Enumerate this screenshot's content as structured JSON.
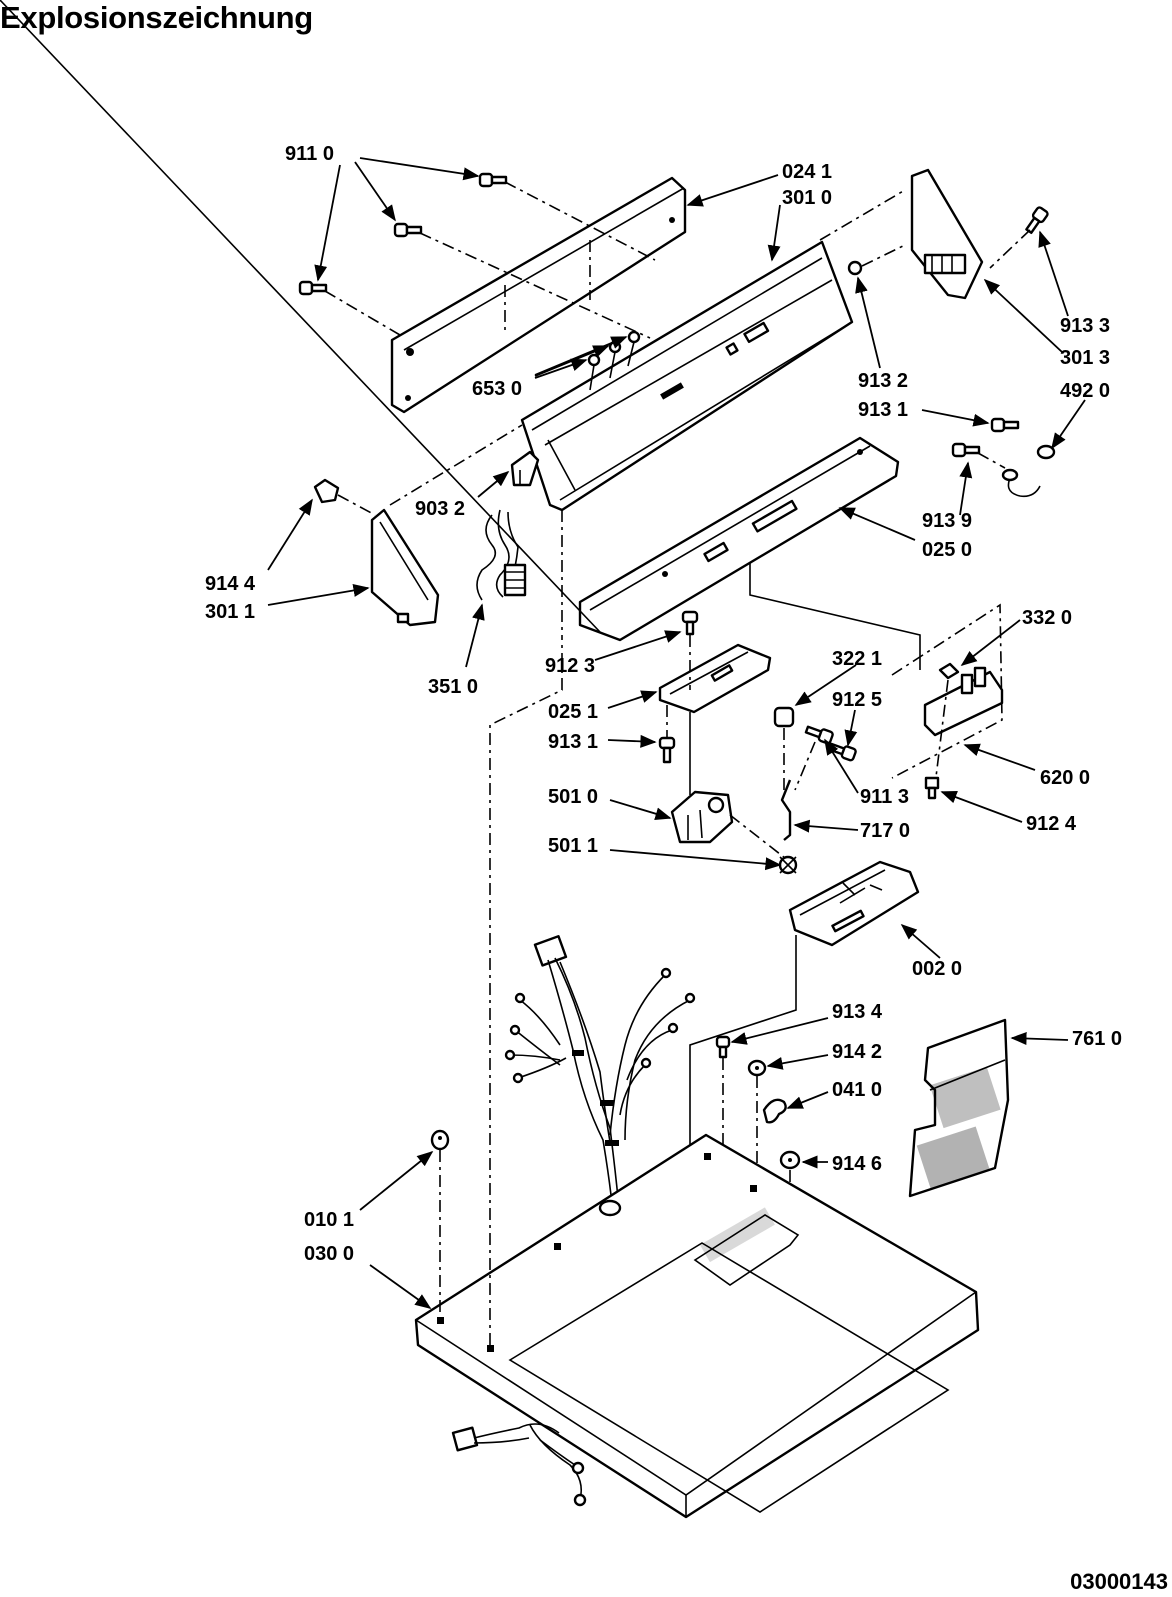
{
  "title": "Explosionszeichnung",
  "doc_number": "03000143",
  "labels": {
    "l_9110": "911 0",
    "l_0241": "024 1",
    "l_3010": "301 0",
    "l_9133": "913 3",
    "l_3013": "301 3",
    "l_4920": "492 0",
    "l_9132": "913 2",
    "l_9131a": "913 1",
    "l_6530": "653 0",
    "l_9032": "903 2",
    "l_9144": "914 4",
    "l_3011": "301 1",
    "l_3510": "351 0",
    "l_9139": "913 9",
    "l_0250": "025 0",
    "l_3320": "332 0",
    "l_9123": "912 3",
    "l_3221": "322 1",
    "l_0251": "025 1",
    "l_9125": "912 5",
    "l_9131b": "913 1",
    "l_6200": "620 0",
    "l_5010": "501 0",
    "l_9113": "911 3",
    "l_9124": "912 4",
    "l_7170": "717 0",
    "l_5011": "501 1",
    "l_0020": "002 0",
    "l_9134": "913 4",
    "l_7610": "761 0",
    "l_9142": "914 2",
    "l_0410": "041 0",
    "l_9146": "914 6",
    "l_0101": "010 1",
    "l_0300": "030 0"
  }
}
